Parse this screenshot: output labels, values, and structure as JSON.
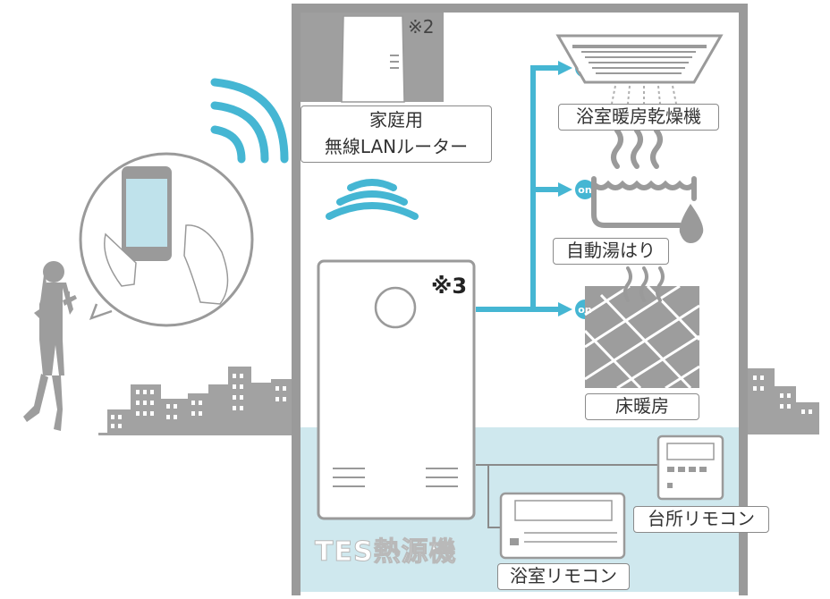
{
  "labels": {
    "router_note": "※2",
    "router": "家庭用\n無線LANルーター",
    "heat_source_note": "※3",
    "heat_source": "TES熱源機",
    "bath_dryer": "浴室暖房乾燥機",
    "auto_fill": "自動湯はり",
    "floor_heating": "床暖房",
    "kitchen_remote": "台所リモコン",
    "bath_remote": "浴室リモコン",
    "on": "on"
  },
  "colors": {
    "accent": "#45b6d3",
    "wall": "#9a9a9a",
    "floor_water": "#cfe8ee",
    "silhouette": "#9d9d9d"
  },
  "icons": [
    "wifi-signal-icon",
    "smartphone-icon",
    "person-silhouette-icon",
    "city-skyline-icon",
    "router-icon",
    "water-heater-icon",
    "bath-dryer-icon",
    "bathtub-icon",
    "water-drop-icon",
    "floor-heating-icon",
    "remote-control-icon"
  ]
}
